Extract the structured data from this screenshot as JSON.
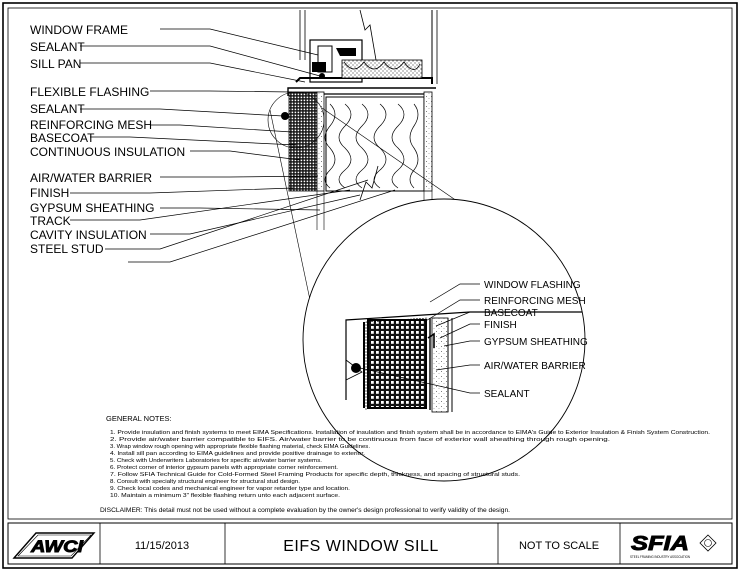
{
  "main_labels": [
    "WINDOW FRAME",
    "SEALANT",
    "SILL PAN",
    "FLEXIBLE FLASHING",
    "SEALANT",
    "REINFORCING MESH",
    "BASECOAT",
    "CONTINUOUS INSULATION",
    "AIR/WATER BARRIER",
    "FINISH",
    "GYPSUM SHEATHING",
    "TRACK",
    "CAVITY INSULATION",
    "STEEL STUD"
  ],
  "detail_labels": [
    "WINDOW FLASHING",
    "REINFORCING MESH",
    "BASECOAT",
    "FINISH",
    "GYPSUM SHEATHING",
    "AIR/WATER BARRIER",
    "SEALANT"
  ],
  "general_notes": {
    "heading": "GENERAL NOTES:",
    "items": [
      "1.  Provide insulation and finish systems to meet EIMA Specifications. Installation of insulation and finish system shall be in accordance to EIMA's Guide to Exterior Insulation & Finish System Construction.",
      "2.  Provide air/water barrier compatible to EIFS. Air/water barrier to be continuous from face of exterior wall sheathing through rough opening.",
      "3.  Wrap window rough opening with appropriate flexible flashing material, check EIMA Guidelines.",
      "4.  Install sill pan according to EIMA guidelines and provide positive drainage to exterior.",
      "5.  Check with Underwriters Laboratories for specific air/water barrier systems.",
      "6.  Protect corner of interior gypsum panels with appropriate corner reinforcement.",
      "7.  Follow SFIA Technical Guide for Cold-Formed Steel Framing Products for specific depth, thickness, and spacing of structural studs.",
      "8.  Consult with specialty structural engineer for structural stud design.",
      "9.  Check local codes and mechanical engineer for vapor retarder type and location.",
      "10. Maintain a minimum 3\" flexible flashing return unto each adjacent surface."
    ]
  },
  "disclaimer": "DISCLAIMER: This detail must not be used without a complete evaluation by the owner's design professional to verify validity of the design.",
  "title_block": {
    "logo_left": "AWCI",
    "date": "11/15/2013",
    "title": "EIFS WINDOW SILL",
    "scale": "NOT TO SCALE",
    "logo_right": "SFIA",
    "logo_right_sub": "STEEL FRAMING INDUSTRY ASSOCIATION"
  }
}
